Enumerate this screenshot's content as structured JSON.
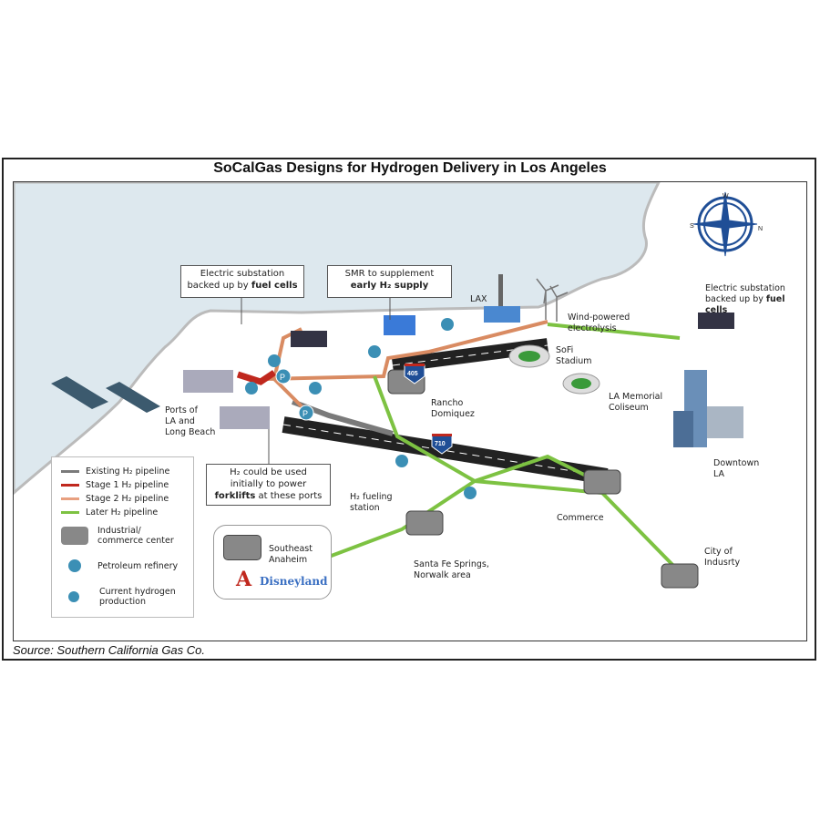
{
  "title": "SoCalGas Designs for Hydrogen Delivery in Los Angeles",
  "source": "Source: Southern California Gas Co.",
  "compass": {
    "w": "W",
    "s": "S",
    "n": "N"
  },
  "callouts": {
    "substation_west": {
      "line1": "Electric substation",
      "line2_pre": "backed up by ",
      "line2_bold": "fuel cells"
    },
    "smr": {
      "line1": "SMR to supplement",
      "line2_bold": "early H₂ supply"
    },
    "forklifts": {
      "line1": "H₂ could be used",
      "line2": "initially to power",
      "line3_bold": "forklifts",
      "line3_post": " at these ports"
    }
  },
  "labels": {
    "lax": "LAX",
    "wind": [
      "Wind-powered",
      "electrolysis"
    ],
    "substation_east": {
      "line1": "Electric substation",
      "line2_pre": "backed up by ",
      "line2_bold": "fuel cells"
    },
    "sofi": [
      "SoFi",
      "Stadium"
    ],
    "rancho": [
      "Rancho",
      "Domiquez"
    ],
    "coliseum": [
      "LA Memorial",
      "Coliseum"
    ],
    "downtown": [
      "Downtown",
      "LA"
    ],
    "ports": [
      "Ports of",
      "LA and",
      "Long Beach"
    ],
    "fueling": [
      "H₂ fueling",
      "station"
    ],
    "commerce": "Commerce",
    "santa_fe": [
      "Santa Fe Springs,",
      "Norwalk area"
    ],
    "industry": [
      "City of",
      "Indusrty"
    ],
    "anaheim": [
      "Southeast",
      "Anaheim"
    ],
    "disneyland": "Disneyland",
    "angels": "A",
    "i405": "405",
    "i710": "710",
    "p": "P"
  },
  "legend": {
    "items": [
      {
        "label": "Existing H₂ pipeline",
        "color": "#7a7a7a"
      },
      {
        "label": "Stage 1 H₂ pipeline",
        "color": "#c0281e"
      },
      {
        "label": "Stage 2 H₂ pipeline",
        "color": "#e8a080"
      },
      {
        "label": "Later H₂ pipeline",
        "color": "#7dc242"
      }
    ],
    "industrial": [
      "Industrial/",
      "commerce center"
    ],
    "refinery": "Petroleum refinery",
    "hydrogen": [
      "Current hydrogen",
      "production"
    ]
  },
  "colors": {
    "ocean": "#dde8ee",
    "existing": "#7a7a7a",
    "stage1": "#c0281e",
    "stage2": "#d98b62",
    "later": "#7dc242",
    "compass": "#1f4e96",
    "hydrogen": "#3b8fb5"
  }
}
